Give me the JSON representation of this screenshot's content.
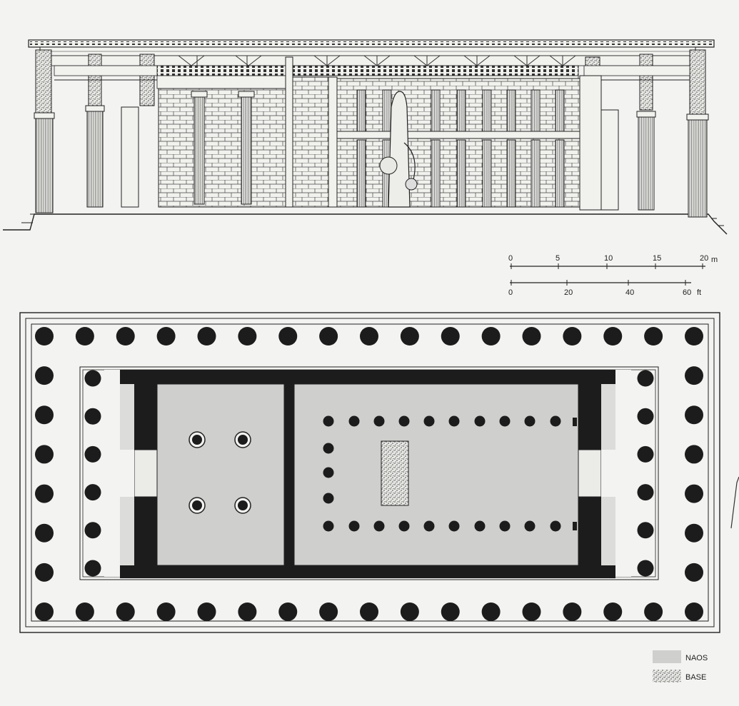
{
  "scale": {
    "metric_ticks": [
      "0",
      "5",
      "10",
      "15",
      "20"
    ],
    "metric_unit": "m",
    "imperial_ticks": [
      "0",
      "20",
      "40",
      "60"
    ],
    "imperial_unit": "ft"
  },
  "legend": {
    "items": [
      {
        "label": "NAOS",
        "swatch": "naos",
        "color": "#cfcfcd"
      },
      {
        "label": "BASE",
        "swatch": "base",
        "color": "#9a9a98"
      }
    ]
  },
  "colors": {
    "paper": "#f3f3f1",
    "ink": "#1c1c1c",
    "naos_fill": "#cfcfcd",
    "wall_fill": "#1c1c1c"
  }
}
